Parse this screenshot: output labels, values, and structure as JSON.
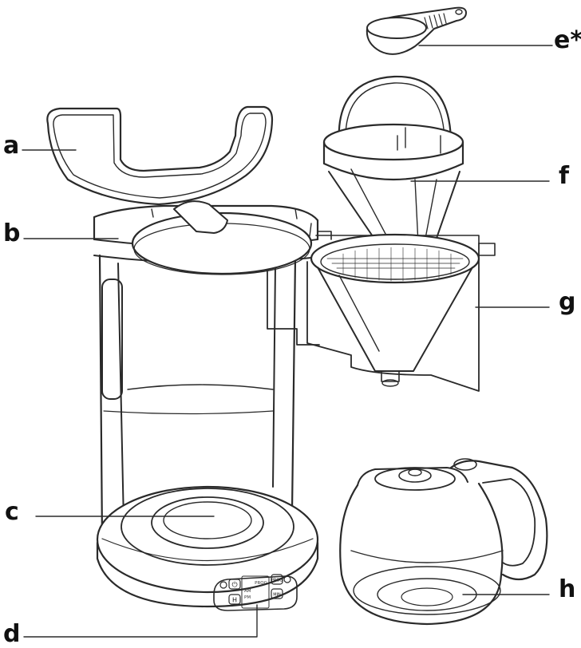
{
  "labels": {
    "a": "a",
    "b": "b",
    "c": "c",
    "d": "d",
    "e": "e*",
    "f": "f",
    "g": "g",
    "h": "h"
  },
  "panel": {
    "power_symbol": "⏻",
    "h_button": "H",
    "min_button": "MIN",
    "prog_button": "PROG",
    "prog_text": "PROG",
    "am": "AM",
    "pm": "PM"
  }
}
